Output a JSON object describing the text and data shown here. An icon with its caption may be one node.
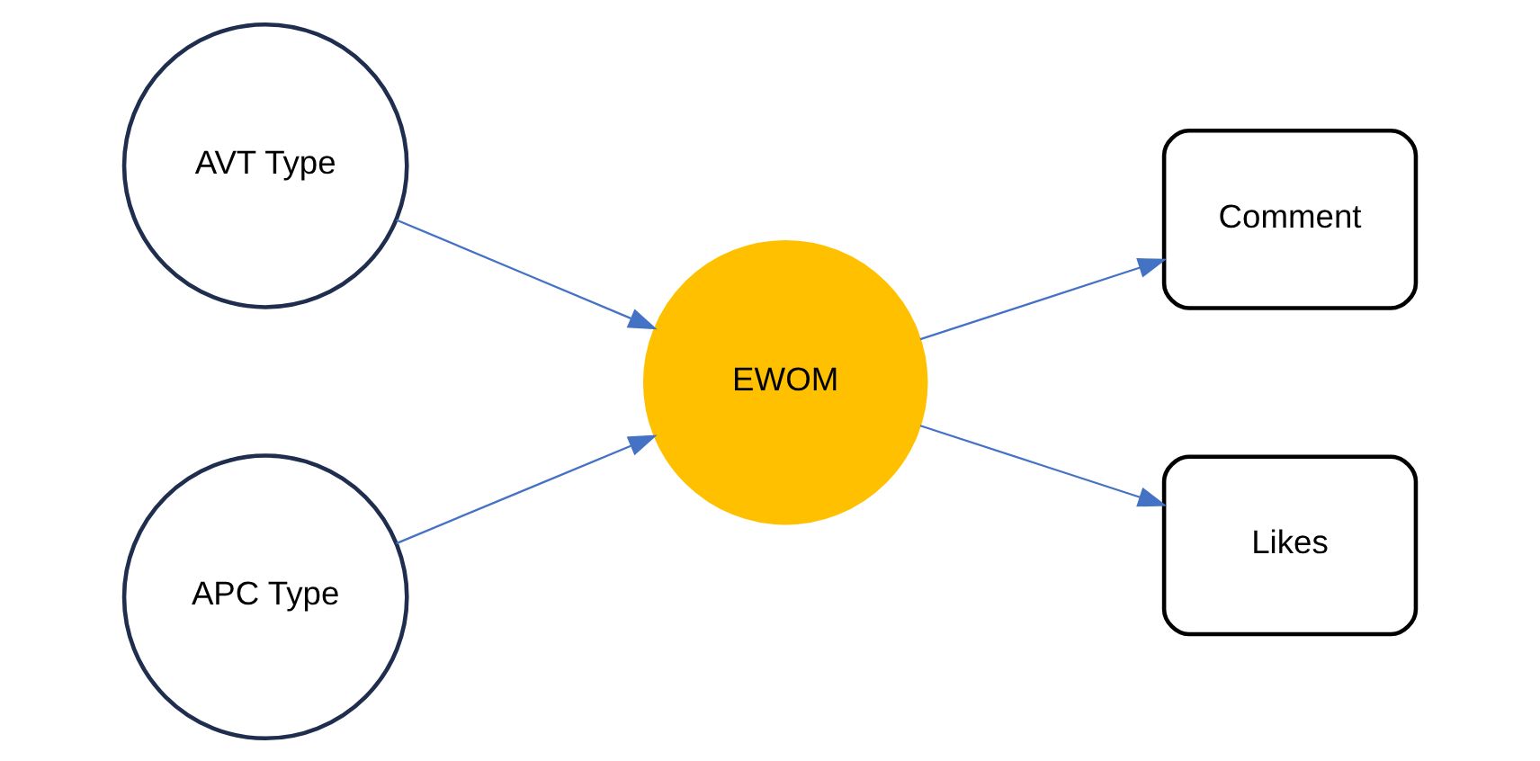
{
  "diagram": {
    "nodes": [
      {
        "text": [
          "AVT Type"
        ]
      },
      {
        "text": [
          "APC Type"
        ]
      },
      {
        "text": [
          "EWOM"
        ]
      },
      {
        "text": [
          "Comment"
        ]
      },
      {
        "text": [
          "Likes"
        ]
      }
    ],
    "edges": [
      {
        "from": 0,
        "to": 2,
        "arrow": "to"
      },
      {
        "from": 1,
        "to": 2,
        "arrow": "to"
      },
      {
        "from": 2,
        "to": 3,
        "arrow": "to"
      },
      {
        "from": 2,
        "to": 4,
        "arrow": "to"
      }
    ]
  }
}
